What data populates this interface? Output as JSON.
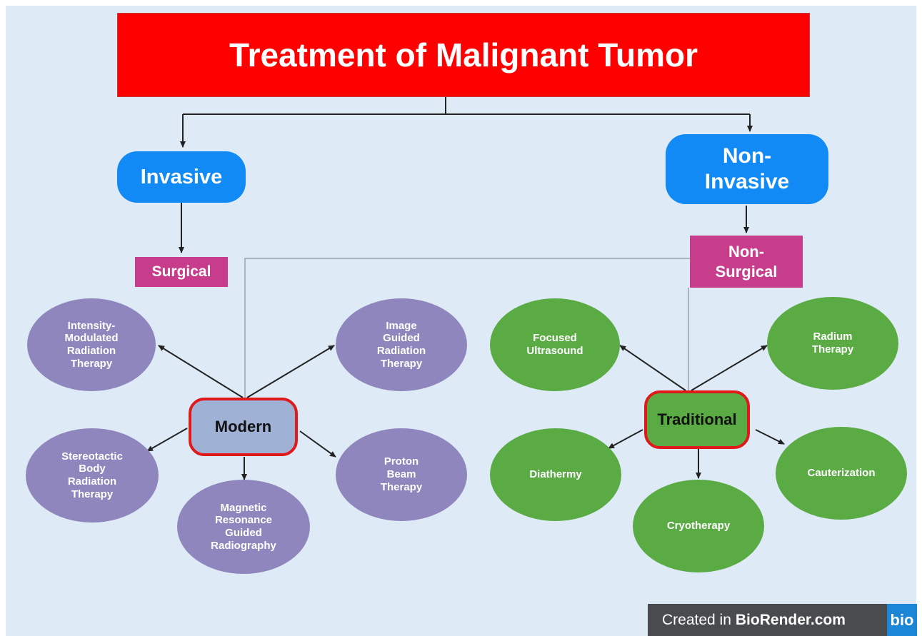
{
  "title": "Treatment of Malignant Tumor",
  "branches": {
    "invasive": "Invasive",
    "non_invasive": "Non-\nInvasive"
  },
  "categories": {
    "surgical": "Surgical",
    "non_surgical": "Non-\nSurgical"
  },
  "modern": {
    "label": "Modern",
    "nodes": {
      "imrt": "Intensity-\nModulated\nRadiation\nTherapy",
      "igrt": "Image\nGuided\nRadiation\nTherapy",
      "sbrt": "Stereotactic\nBody\nRadiation\nTherapy",
      "mrgr": "Magnetic\nResonance\nGuided\nRadiography",
      "proton": "Proton\nBeam\nTherapy"
    }
  },
  "traditional": {
    "label": "Traditional",
    "nodes": {
      "focused_ultrasound": "Focused\nUltrasound",
      "radium": "Radium\nTherapy",
      "diathermy": "Diathermy",
      "cryotherapy": "Cryotherapy",
      "cauterization": "Cauterization"
    }
  },
  "colors": {
    "background": "#deebf7",
    "title": "#ff0000",
    "branch": "#118af5",
    "category": "#c83c8c",
    "modern_node": "#8f86bd",
    "traditional_node": "#5bab45",
    "hub_border": "#e0191b"
  },
  "watermark": {
    "prefix": "Created in",
    "brand": "BioRender.com",
    "logo": "bio"
  }
}
